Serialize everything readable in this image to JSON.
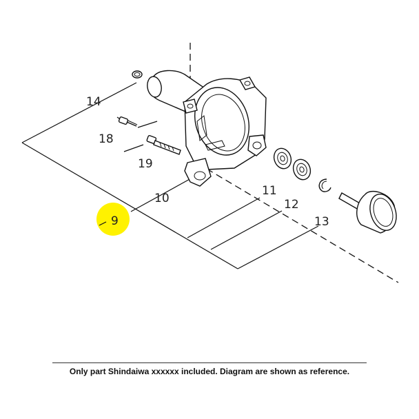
{
  "diagram": {
    "highlight_color": "#fff200",
    "callouts": [
      {
        "id": "9",
        "text": "9",
        "highlighted": true
      },
      {
        "id": "10",
        "text": "10"
      },
      {
        "id": "11",
        "text": "11"
      },
      {
        "id": "12",
        "text": "12"
      },
      {
        "id": "13",
        "text": "13"
      },
      {
        "id": "14",
        "text": "14"
      },
      {
        "id": "18",
        "text": "18"
      },
      {
        "id": "19",
        "text": "19"
      }
    ]
  },
  "footer": {
    "caption": "Only part Shindaiwa xxxxxx included. Diagram are shown as reference."
  }
}
